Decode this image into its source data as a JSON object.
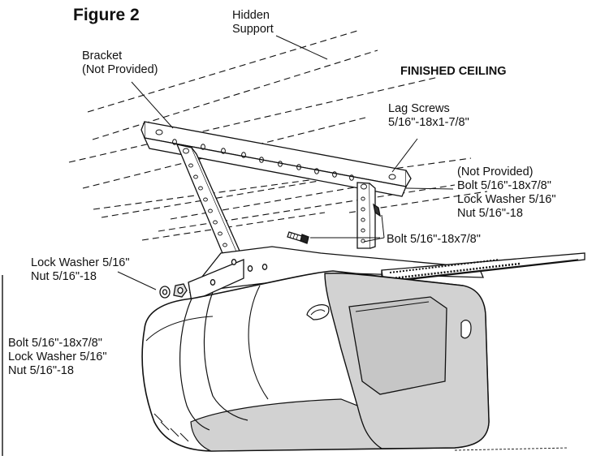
{
  "figure": {
    "title": "Figure 2"
  },
  "labels": {
    "hidden_support": [
      "Hidden",
      "Support"
    ],
    "bracket": [
      "Bracket",
      "(Not Provided)"
    ],
    "finished_ceiling": "FINISHED CEILING",
    "lag_screws": [
      "Lag Screws",
      "5/16\"-18x1-7/8\""
    ],
    "right_hardware": [
      "(Not Provided)",
      "Bolt 5/16\"-18x7/8\"",
      "Lock Washer 5/16\"",
      "Nut 5/16\"-18"
    ],
    "bolt_middle": "Bolt 5/16\"-18x7/8\"",
    "left_washer_nut": [
      "Lock Washer 5/16\"",
      "Nut 5/16\"-18"
    ],
    "left_hardware": [
      "Bolt 5/16\"-18x7/8\"",
      "Lock Washer 5/16\"",
      "Nut 5/16\"-18"
    ]
  },
  "colors": {
    "line": "#111111",
    "shade": "#d2d2d2",
    "fill": "#ffffff"
  }
}
